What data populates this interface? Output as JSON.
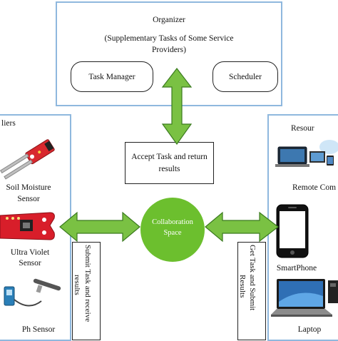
{
  "organizer": {
    "title": "Organizer",
    "subtitle_line1": "(Supplementary Tasks of Some Service",
    "subtitle_line2": "Providers)",
    "task_manager": "Task Manager",
    "scheduler": "Scheduler"
  },
  "accept_box": {
    "line1": "Accept Task and return",
    "line2": "results"
  },
  "center": {
    "line1": "Collaboration",
    "line2": "Space"
  },
  "left_panel": {
    "title": "liers",
    "soil_line1": "Soil Moisture",
    "soil_line2": "Sensor",
    "uv_line1": "Ultra Violet",
    "uv_line2": "Sensor",
    "ph": "Ph Sensor",
    "vertical_line1": "Submit Task and receive",
    "vertical_line2": "results"
  },
  "right_panel": {
    "title": "Resour",
    "remote": "Remote Com",
    "smartphone": "SmartPhone",
    "laptop": "Laptop",
    "vertical_line1": "Get Task and Submit",
    "vertical_line2": "Results"
  },
  "colors": {
    "panel_border": "#8fb8de",
    "arrow_green": "#7ac143",
    "arrow_stroke": "#3a7a1e",
    "circle_green": "#6cbf2e"
  }
}
